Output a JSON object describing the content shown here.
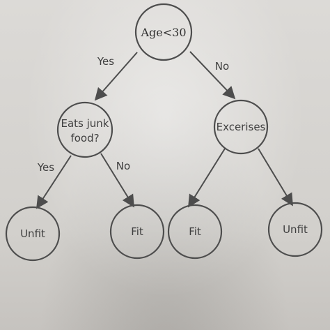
{
  "diagram": {
    "nodes": {
      "root": "Age<30",
      "junk_line1": "Eats junk",
      "junk_line2": "food?",
      "exercises": "Excerises",
      "leaf1": "Unfit",
      "leaf2": "Fit",
      "leaf3": "Fit",
      "leaf4": "Unfit"
    },
    "edges": {
      "root_yes": "Yes",
      "root_no": "No",
      "junk_yes": "Yes",
      "junk_no": "No"
    },
    "colors": {
      "line": "#4d4d4d",
      "text": "#3f3f3f",
      "background": "#d6d4d1"
    }
  }
}
